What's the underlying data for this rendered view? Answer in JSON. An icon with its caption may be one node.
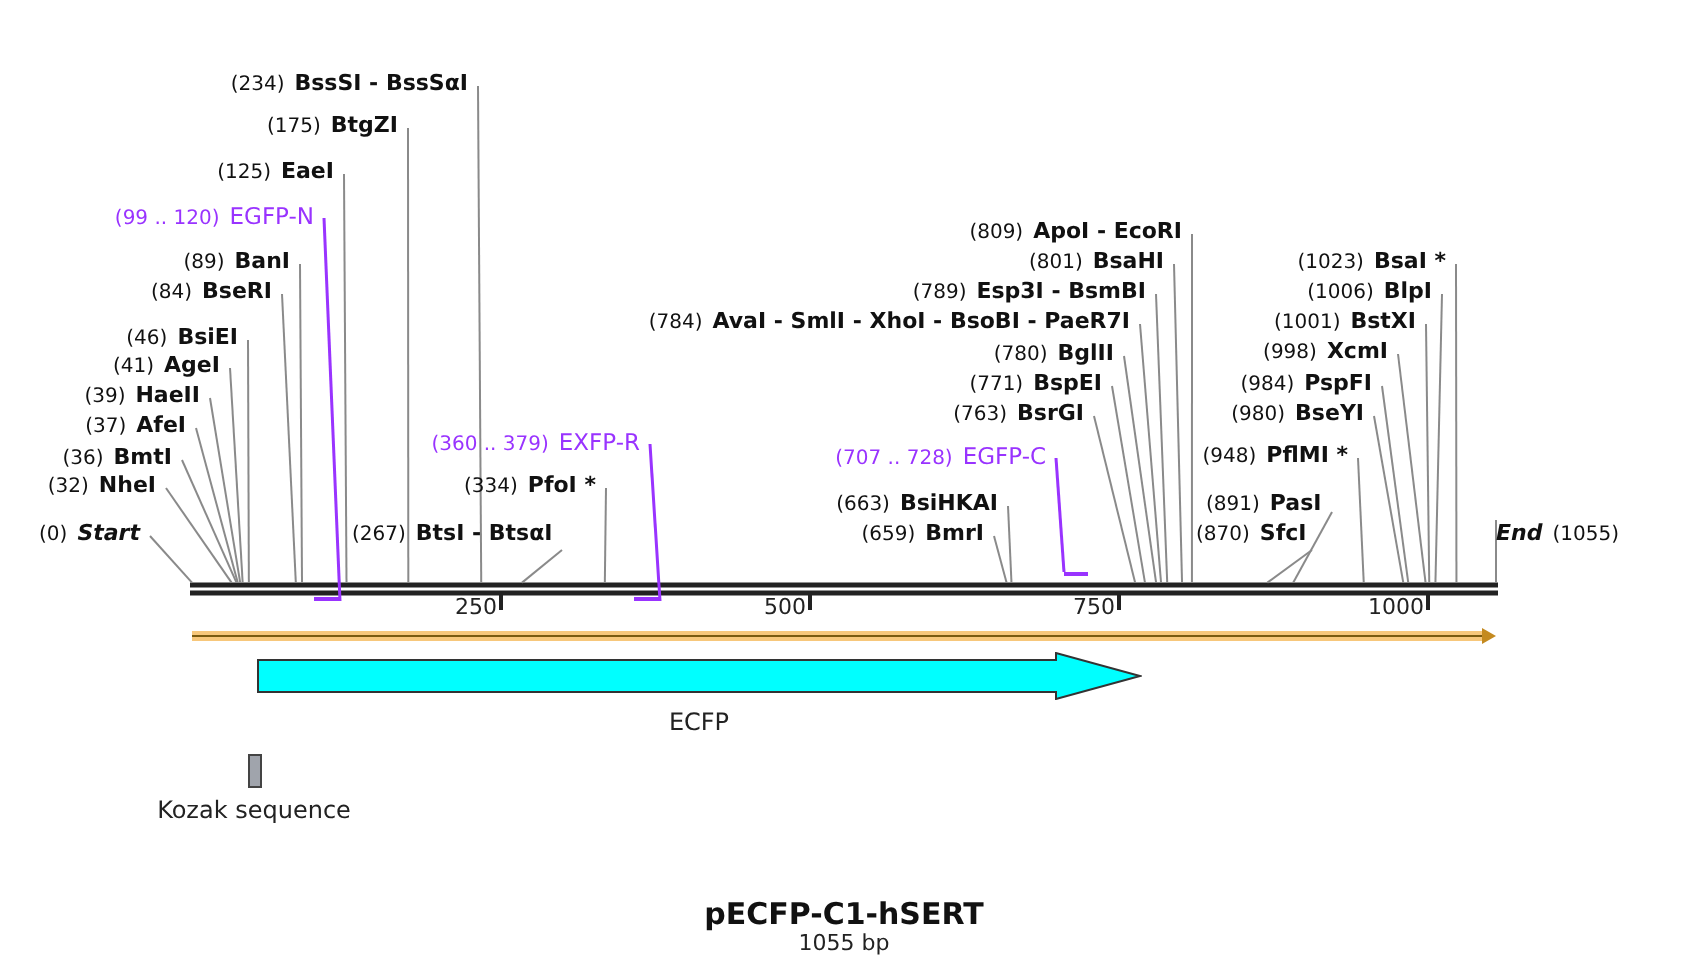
{
  "diagram": {
    "title": "pECFP-C1-hSERT",
    "caption": "1055 bp",
    "nodes": [
      {
        "text": [
          "(234)",
          "BssSI - BssSαI"
        ]
      },
      {
        "text": [
          "(175)",
          "BtgZI"
        ]
      },
      {
        "text": [
          "(125)",
          "EaeI"
        ]
      },
      {
        "text": [
          "(99 .. 120)",
          "EGFP-N"
        ]
      },
      {
        "text": [
          "(89)",
          "BanI"
        ]
      },
      {
        "text": [
          "(84)",
          "BseRI"
        ]
      },
      {
        "text": [
          "(46)",
          "BsiEI"
        ]
      },
      {
        "text": [
          "(41)",
          "AgeI"
        ]
      },
      {
        "text": [
          "(39)",
          "HaeII"
        ]
      },
      {
        "text": [
          "(37)",
          "AfeI"
        ]
      },
      {
        "text": [
          "(36)",
          "BmtI"
        ]
      },
      {
        "text": [
          "(32)",
          "NheI"
        ]
      },
      {
        "text": [
          "(0)",
          "Start"
        ]
      },
      {
        "text": [
          "(267)",
          "BtsI - BtsαI"
        ]
      },
      {
        "text": [
          "(360 .. 379)",
          "EXFP-R"
        ]
      },
      {
        "text": [
          "(334)",
          "PfoI *"
        ]
      },
      {
        "text": [
          "(784)",
          "AvaI - SmlI - XhoI - BsoBI - PaeR7I"
        ]
      },
      {
        "text": [
          "(809)",
          "ApoI - EcoRI"
        ]
      },
      {
        "text": [
          "(801)",
          "BsaHI"
        ]
      },
      {
        "text": [
          "(789)",
          "Esp3I - BsmBI"
        ]
      },
      {
        "text": [
          "(780)",
          "BglII"
        ]
      },
      {
        "text": [
          "(771)",
          "BspEI"
        ]
      },
      {
        "text": [
          "(763)",
          "BsrGI"
        ]
      },
      {
        "text": [
          "(707 .. 728)",
          "EGFP-C"
        ]
      },
      {
        "text": [
          "(663)",
          "BsiHKAI"
        ]
      },
      {
        "text": [
          "(659)",
          "BmrI"
        ]
      },
      {
        "text": [
          "(891)",
          "PasI"
        ]
      },
      {
        "text": [
          "(870)",
          "SfcI"
        ]
      },
      {
        "text": [
          "(948)",
          "PflMI *"
        ]
      },
      {
        "text": [
          "(980)",
          "BseYI"
        ]
      },
      {
        "text": [
          "(984)",
          "PspFI"
        ]
      },
      {
        "text": [
          "(998)",
          "XcmI"
        ]
      },
      {
        "text": [
          "(1001)",
          "BstXI"
        ]
      },
      {
        "text": [
          "(1006)",
          "BlpI"
        ]
      },
      {
        "text": [
          "(1023)",
          "BsaI *"
        ]
      },
      {
        "text": [
          "End",
          "(1055)"
        ]
      },
      {
        "text": [
          "ECFP"
        ]
      },
      {
        "text": [
          "Kozak sequence"
        ]
      },
      {
        "text": [],
        "shape": "bar"
      },
      {
        "text": [],
        "shape": "bar"
      },
      {
        "text": [],
        "shape": "bar"
      },
      {
        "text": [],
        "shape": "bar"
      }
    ],
    "edges": [
      {
        "from": 0,
        "to": 38,
        "arrow": "none"
      },
      {
        "from": 1,
        "to": 38,
        "arrow": "none"
      },
      {
        "from": 2,
        "to": 38,
        "arrow": "none"
      },
      {
        "from": 3,
        "to": 39,
        "arrow": "none",
        "color": "#9933ff"
      },
      {
        "from": 4,
        "to": 38,
        "arrow": "none"
      },
      {
        "from": 5,
        "to": 38,
        "arrow": "none"
      },
      {
        "from": 6,
        "to": 38,
        "arrow": "none"
      },
      {
        "from": 7,
        "to": 38,
        "arrow": "none"
      },
      {
        "from": 8,
        "to": 38,
        "arrow": "none"
      },
      {
        "from": 9,
        "to": 38,
        "arrow": "none"
      },
      {
        "from": 10,
        "to": 38,
        "arrow": "none"
      },
      {
        "from": 11,
        "to": 38,
        "arrow": "none"
      },
      {
        "from": 12,
        "to": 38,
        "arrow": "none"
      },
      {
        "from": 13,
        "to": 38,
        "arrow": "none"
      },
      {
        "from": 14,
        "to": 40,
        "arrow": "none",
        "color": "#9933ff"
      },
      {
        "from": 15,
        "to": 38,
        "arrow": "none"
      },
      {
        "from": 16,
        "to": 38,
        "arrow": "none"
      },
      {
        "from": 17,
        "to": 38,
        "arrow": "none"
      },
      {
        "from": 18,
        "to": 38,
        "arrow": "none"
      },
      {
        "from": 19,
        "to": 38,
        "arrow": "none"
      },
      {
        "from": 20,
        "to": 38,
        "arrow": "none"
      },
      {
        "from": 21,
        "to": 38,
        "arrow": "none"
      },
      {
        "from": 22,
        "to": 38,
        "arrow": "none"
      },
      {
        "from": 23,
        "to": 41,
        "arrow": "none",
        "color": "#9933ff"
      },
      {
        "from": 24,
        "to": 38,
        "arrow": "none"
      },
      {
        "from": 25,
        "to": 38,
        "arrow": "none"
      },
      {
        "from": 26,
        "to": 38,
        "arrow": "none"
      },
      {
        "from": 27,
        "to": 38,
        "arrow": "none"
      },
      {
        "from": 28,
        "to": 38,
        "arrow": "none"
      },
      {
        "from": 29,
        "to": 38,
        "arrow": "none"
      },
      {
        "from": 30,
        "to": 38,
        "arrow": "none"
      },
      {
        "from": 31,
        "to": 38,
        "arrow": "none"
      },
      {
        "from": 32,
        "to": 38,
        "arrow": "none"
      },
      {
        "from": 33,
        "to": 38,
        "arrow": "none"
      },
      {
        "from": 34,
        "to": 38,
        "arrow": "none"
      },
      {
        "from": 35,
        "to": 38,
        "arrow": "none"
      }
    ],
    "labels": [
      "250",
      "500",
      "750",
      "1000"
    ]
  }
}
